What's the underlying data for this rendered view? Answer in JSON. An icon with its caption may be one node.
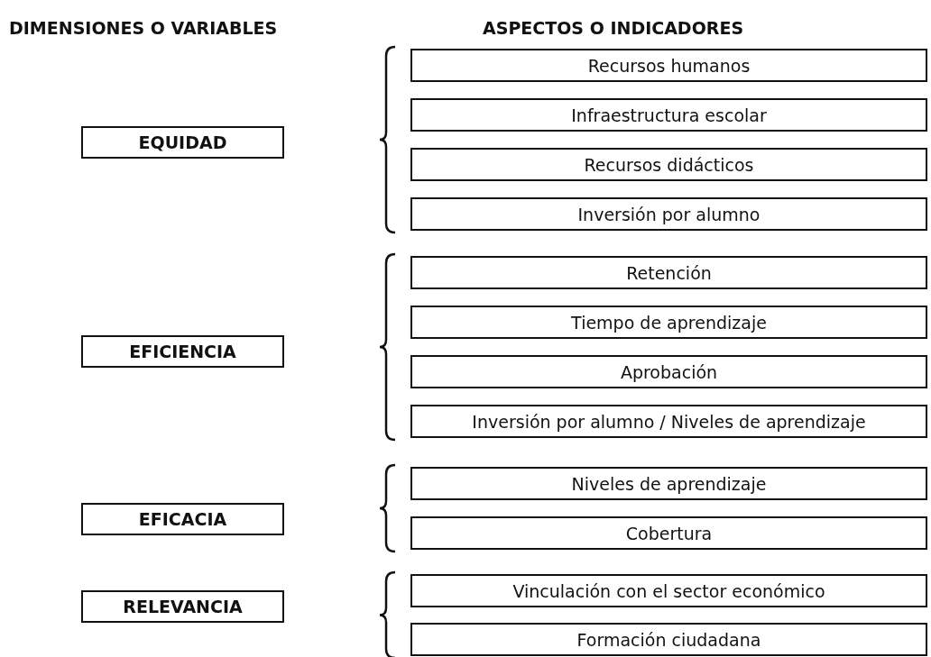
{
  "diagram": {
    "nodes": [
      {
        "text": [
          "EQUIDAD"
        ]
      },
      {
        "text": [
          "Recursos humanos"
        ]
      },
      {
        "text": [
          "Infraestructura escolar"
        ]
      },
      {
        "text": [
          "Recursos didácticos"
        ]
      },
      {
        "text": [
          "Inversión por alumno"
        ]
      },
      {
        "text": [
          "EFICIENCIA"
        ]
      },
      {
        "text": [
          "Retención"
        ]
      },
      {
        "text": [
          "Tiempo de aprendizaje"
        ]
      },
      {
        "text": [
          "Aprobación"
        ]
      },
      {
        "text": [
          "Inversión por alumno / Niveles de aprendizaje"
        ]
      },
      {
        "text": [
          "EFICACIA"
        ]
      },
      {
        "text": [
          "Niveles de aprendizaje"
        ]
      },
      {
        "text": [
          "Cobertura"
        ]
      },
      {
        "text": [
          "RELEVANCIA"
        ]
      },
      {
        "text": [
          "Vinculación con el sector económico"
        ]
      },
      {
        "text": [
          "Formación ciudadana"
        ]
      }
    ],
    "labels": [
      "DIMENSIONES O VARIABLES",
      "ASPECTOS O INDICADORES"
    ]
  }
}
